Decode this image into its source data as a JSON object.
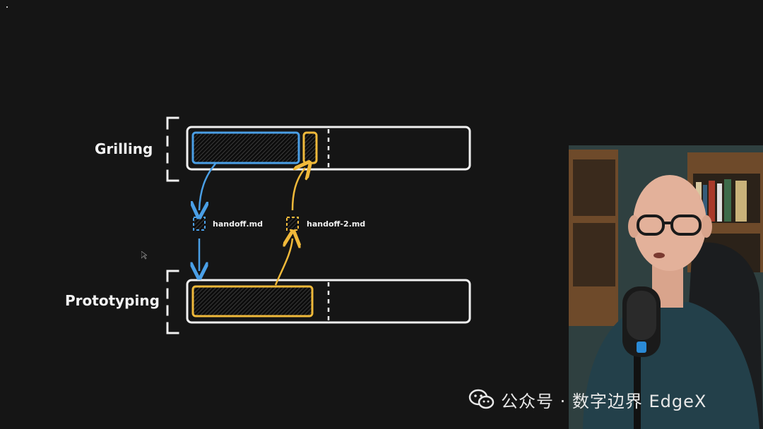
{
  "diagram": {
    "rows": [
      {
        "label": "Grilling"
      },
      {
        "label": "Prototyping"
      }
    ],
    "files": [
      {
        "label": "handoff.md"
      },
      {
        "label": "handoff-2.md"
      }
    ],
    "colors": {
      "blue": "#4a9fe6",
      "yellow": "#f0b93a",
      "outline": "#f0f0f0",
      "background": "#151515"
    }
  },
  "watermark": {
    "icon": "wechat-icon",
    "text": "公众号 · 数字边界 EdgeX"
  },
  "webcam": {
    "subject": "presenter-video"
  }
}
